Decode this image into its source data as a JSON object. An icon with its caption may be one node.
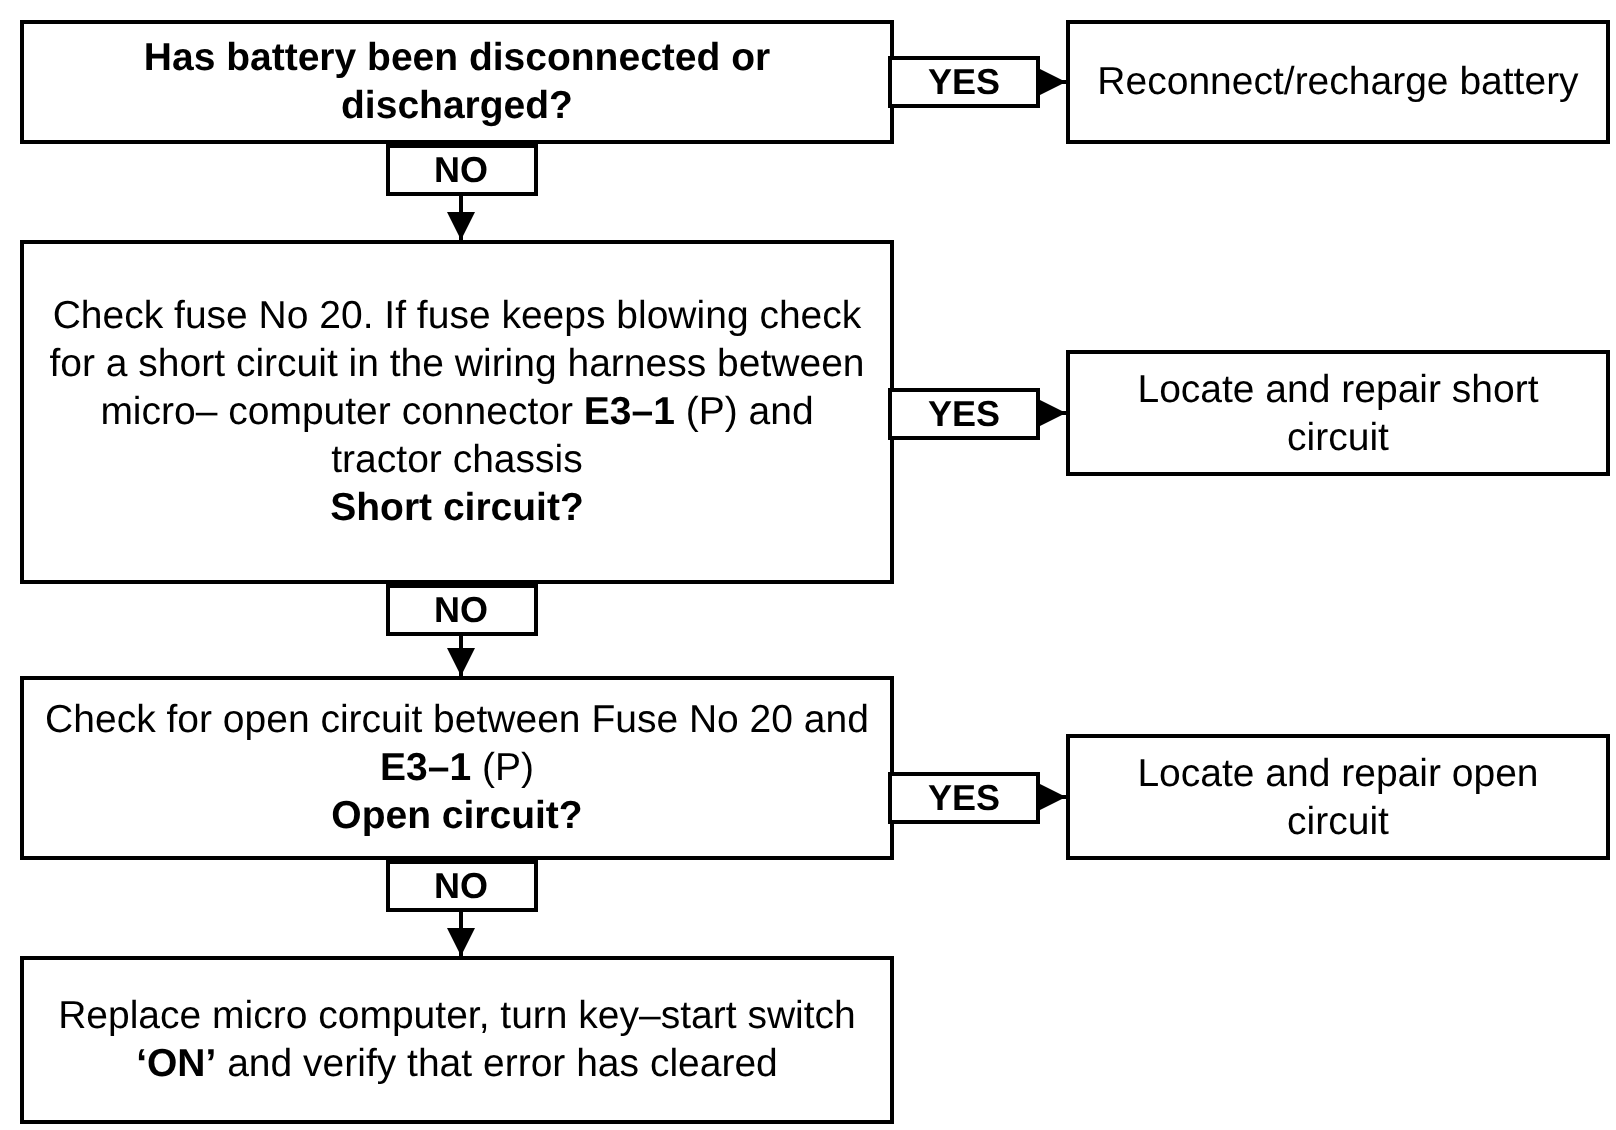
{
  "diagram": {
    "nodes": [
      {
        "text": [
          "Has battery been disconnected or discharged?"
        ]
      },
      {
        "text": [
          "Reconnect/recharge battery"
        ]
      },
      {
        "text": [
          "Check fuse No 20. If fuse keeps blowing check for a short circuit in the wiring harness between micro– computer connector **E3–1** (P) and tractor chassis",
          "Short circuit?"
        ]
      },
      {
        "text": [
          "Locate and repair short circuit"
        ]
      },
      {
        "text": [
          "Check for open circuit between Fuse No 20 and **E3–1** (P)",
          "Open circuit?"
        ]
      },
      {
        "text": [
          "Locate and repair open circuit"
        ]
      },
      {
        "text": [
          "Replace micro computer, turn key–start switch **‘ON’** and verify that error has cleared"
        ]
      }
    ],
    "edges": [
      {
        "from": 0,
        "to": 1,
        "arrow": "to",
        "label": "YES"
      },
      {
        "from": 0,
        "to": 2,
        "arrow": "to",
        "label": "NO"
      },
      {
        "from": 2,
        "to": 3,
        "arrow": "to",
        "label": "YES"
      },
      {
        "from": 2,
        "to": 4,
        "arrow": "to",
        "label": "NO"
      },
      {
        "from": 4,
        "to": 5,
        "arrow": "to",
        "label": "YES"
      },
      {
        "from": 4,
        "to": 6,
        "arrow": "to",
        "label": "NO"
      }
    ]
  }
}
